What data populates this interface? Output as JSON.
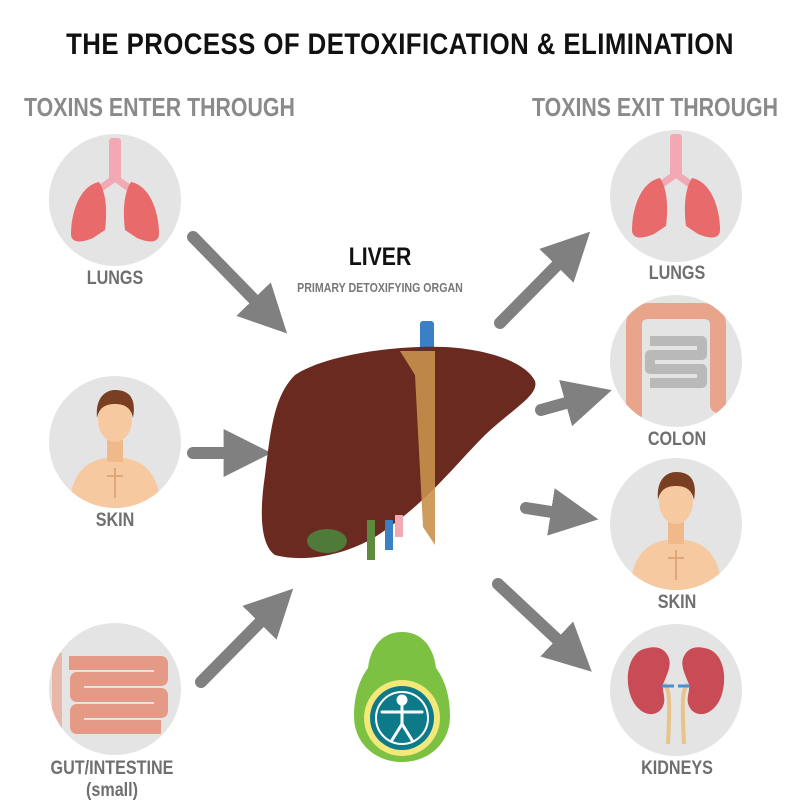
{
  "title": "THE PROCESS OF DETOXIFICATION & ELIMINATION",
  "header_left": "TOXINS ENTER THROUGH",
  "header_right": "TOXINS EXIT THROUGH",
  "center": {
    "title": "LIVER",
    "subtitle": "PRIMARY DETOXIFYING ORGAN"
  },
  "entry_items": [
    {
      "label": "LUNGS",
      "icon": "lungs-icon"
    },
    {
      "label": "SKIN",
      "icon": "man-torso-icon"
    },
    {
      "label": "GUT/INTESTINE (small)",
      "icon": "small-intestine-icon"
    }
  ],
  "exit_items": [
    {
      "label": "LUNGS",
      "icon": "lungs-icon"
    },
    {
      "label": "COLON",
      "icon": "colon-icon"
    },
    {
      "label": "SKIN",
      "icon": "man-torso-icon"
    },
    {
      "label": "KIDNEYS",
      "icon": "kidneys-icon"
    }
  ],
  "colors": {
    "circle_bg": "#e4e4e4",
    "arrow": "#808080",
    "liver": "#6b2a1f",
    "lungs": "#e86a6a",
    "skin": "#f7c9a0"
  }
}
